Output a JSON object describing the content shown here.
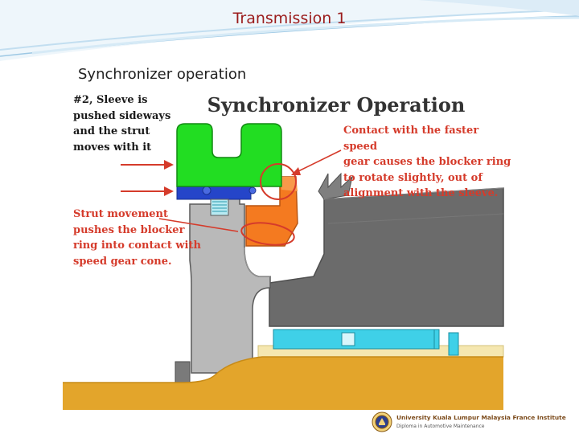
{
  "slide": {
    "title": "Transmission 1",
    "subtitle": "Synchronizer operation"
  },
  "diagram": {
    "title": "Synchronizer Operation",
    "note_left": "#2, Sleeve is\npushed sideways\nand the strut\nmoves with it",
    "note_right": "Contact with the faster speed\ngear causes the blocker ring\nto rotate slightly, out of\nalignment with the sleeve.",
    "note_bottom": "Strut movement\npushes the blocker\nring into contact with\nspeed gear cone.",
    "colors": {
      "sleeve": "#22dd22",
      "strut": "#2545c9",
      "blocker_ring": "#f47a20",
      "bearing": "#3fd0e8",
      "shaft": "#e3a52b",
      "hub": "#b9b9b9",
      "gear": "#6b6b6b",
      "annotation": "#d53b2b"
    }
  },
  "footer": {
    "institution": "University Kuala Lumpur Malaysia France Institute",
    "program": "Diploma in Automotive Maintenance"
  }
}
